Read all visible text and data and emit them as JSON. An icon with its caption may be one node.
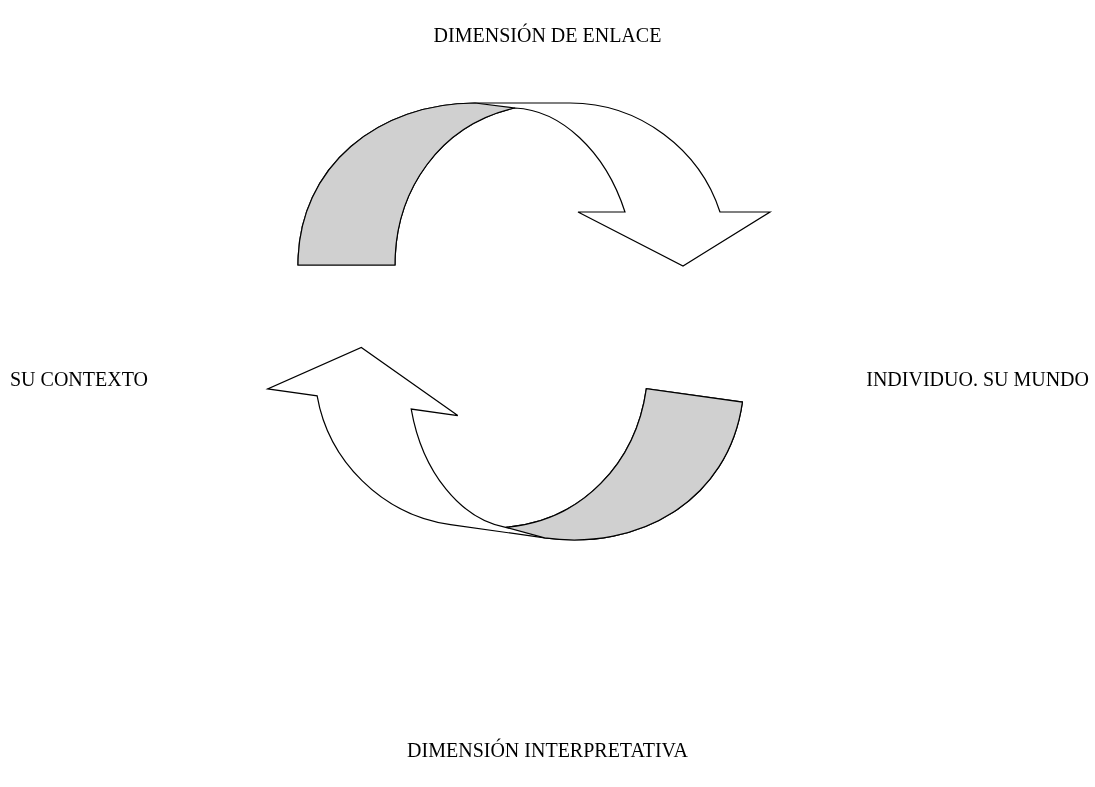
{
  "diagram": {
    "nodes": [
      {
        "text": [
          "SU CONTEXTO"
        ]
      },
      {
        "text": [
          "INDIVIDUO. SU MUNDO"
        ]
      }
    ],
    "edges": [
      {
        "from": 0,
        "to": 1,
        "arrow": "to"
      },
      {
        "from": 1,
        "to": 0,
        "arrow": "to"
      }
    ],
    "labels": [
      "DIMENSIÓN DE ENLACE",
      "DIMENSIÓN INTERPRETATIVA"
    ]
  }
}
